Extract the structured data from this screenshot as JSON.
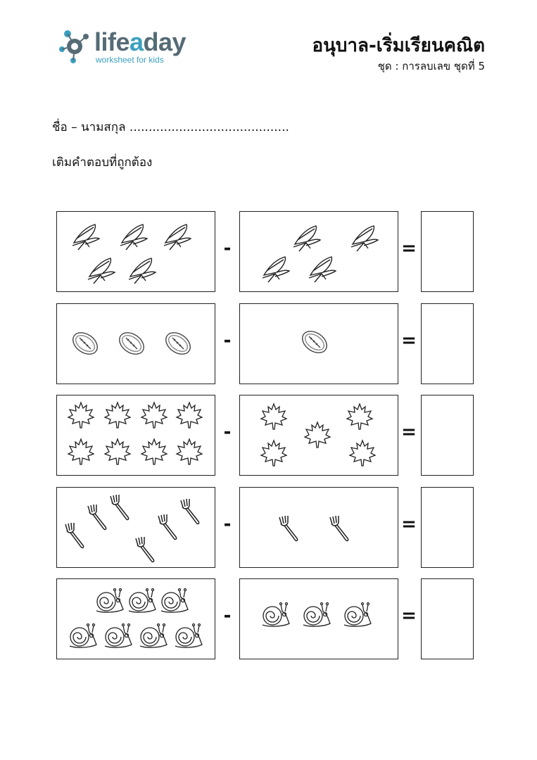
{
  "header": {
    "logo_word_pre": "life",
    "logo_word_accent": "a",
    "logo_word_post": "day",
    "logo_tagline": "worksheet for kids",
    "title": "อนุบาล-เริ่มเรียนคณิต",
    "subtitle": "ชุด : การลบเลข ชุดที่ 5"
  },
  "name_line": "ชื่อ – นามสกุล ..........................................",
  "instruction": "เติมคำตอบที่ถูกต้อง",
  "operators": {
    "minus": "-",
    "equals": "="
  },
  "problems": [
    {
      "icon": "butterfly-icon",
      "left_count": 5,
      "right_count": 4
    },
    {
      "icon": "football-icon",
      "left_count": 3,
      "right_count": 1
    },
    {
      "icon": "maple-leaf-icon",
      "left_count": 8,
      "right_count": 5
    },
    {
      "icon": "fork-icon",
      "left_count": 6,
      "right_count": 2
    },
    {
      "icon": "snail-icon",
      "left_count": 7,
      "right_count": 3
    }
  ]
}
